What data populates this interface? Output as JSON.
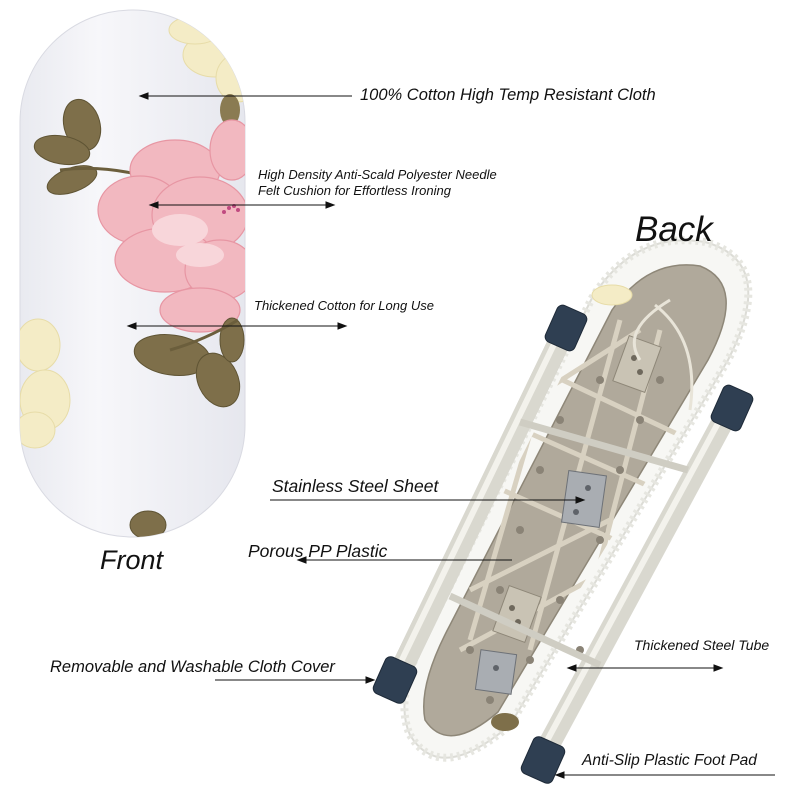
{
  "image": {
    "description": "Product infographic of a tabletop ironing board showing front and back",
    "colors": {
      "board": "#f3f4f8",
      "petal": "#f2b8c0",
      "leaf": "#7e6f4a",
      "leg_tube": "#d9d8cf",
      "foot_cap": "#2f3f52",
      "underside": "#b0a99b"
    }
  },
  "headings": {
    "front": "Front",
    "back": "Back"
  },
  "callouts": {
    "cloth": "100% Cotton High Temp Resistant Cloth",
    "cushion_line1": "High Density Anti-Scald Polyester Needle",
    "cushion_line2": "Felt Cushion for Effortless Ironing",
    "thickened_cotton": "Thickened Cotton for Long Use",
    "steel_sheet": "Stainless Steel Sheet",
    "pp_plastic": "Porous PP Plastic",
    "steel_tube": "Thickened Steel Tube",
    "cloth_cover": "Removable and Washable Cloth Cover",
    "foot_pad": "Anti-Slip Plastic Foot Pad"
  }
}
